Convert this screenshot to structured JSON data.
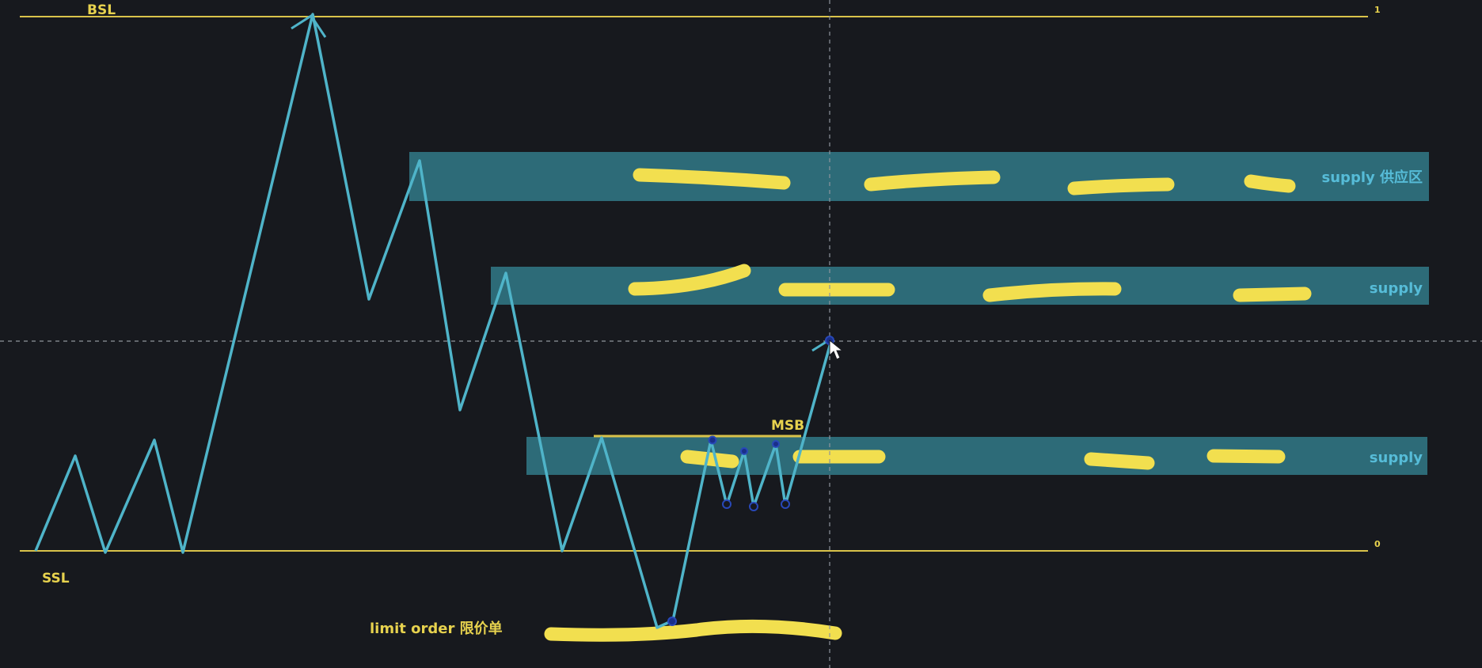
{
  "colors": {
    "background": "#17191e",
    "price_line": "#4fb4c9",
    "level_line": "#d9c24a",
    "zone_fill": "#2d6b78",
    "marker": "#f2df4f",
    "zone_text": "#56bcd8",
    "label_text": "#e7d24e",
    "pivot_dot": "#1a2f8a",
    "crosshair": "#8e949c"
  },
  "levels": {
    "bsl": {
      "label": "BSL",
      "scale": "1"
    },
    "ssl": {
      "label": "SSL",
      "scale": "0"
    }
  },
  "zones": [
    {
      "label": "supply 供应区"
    },
    {
      "label": "supply"
    },
    {
      "label": "supply"
    }
  ],
  "msb": {
    "label": "MSB"
  },
  "limit_order": {
    "label": "limit order 限价单"
  }
}
